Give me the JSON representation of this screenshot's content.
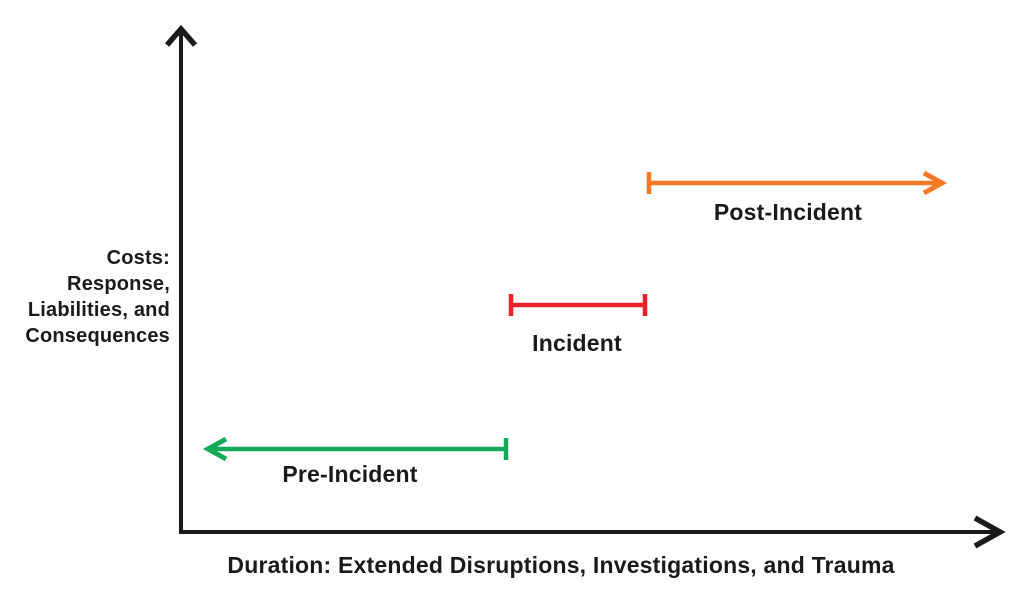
{
  "y_axis": {
    "label_lines": [
      "Costs:",
      "Response,",
      "Liabilities, and",
      "Consequences"
    ]
  },
  "x_axis": {
    "label": "Duration: Extended Disruptions, Investigations, and Trauma"
  },
  "phases": [
    {
      "label": "Pre-Incident",
      "color": "#15a95a",
      "left_end": "arrowhead-left",
      "right_end": "cap"
    },
    {
      "label": "Incident",
      "color": "#e82328",
      "left_end": "cap",
      "right_end": "cap"
    },
    {
      "label": "Post-Incident",
      "color": "#f47823",
      "left_end": "cap",
      "right_end": "arrowhead-right"
    }
  ],
  "colors": {
    "axis": "#1a1a1a",
    "text": "#1a1a1a",
    "background": "#ffffff"
  }
}
